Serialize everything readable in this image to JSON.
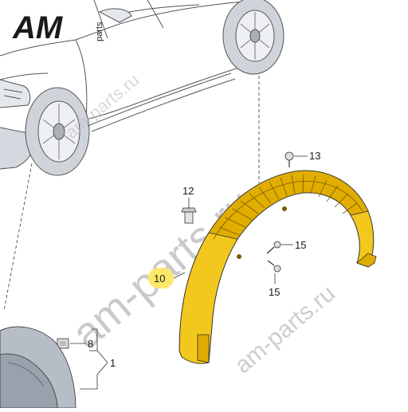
{
  "logo": {
    "mark": "AM",
    "suffix": "parts"
  },
  "watermarks": {
    "large": "am-parts.ru",
    "medium": "am-parts.ru",
    "small": "am-parts.ru"
  },
  "callouts": {
    "c1": "1",
    "c8": "8",
    "c10": "10",
    "c12": "12",
    "c13": "13",
    "c15a": "15",
    "c15b": "15"
  },
  "colors": {
    "liner": "#f2c81e",
    "liner_shade": "#e0ad00",
    "line": "#333333",
    "body_grey": "#c9ced6",
    "highlight_badge": "#fde86a"
  },
  "icons": [
    "logo-icon",
    "bolt-icon",
    "clip-icon",
    "screw-icon",
    "nut-icon"
  ]
}
